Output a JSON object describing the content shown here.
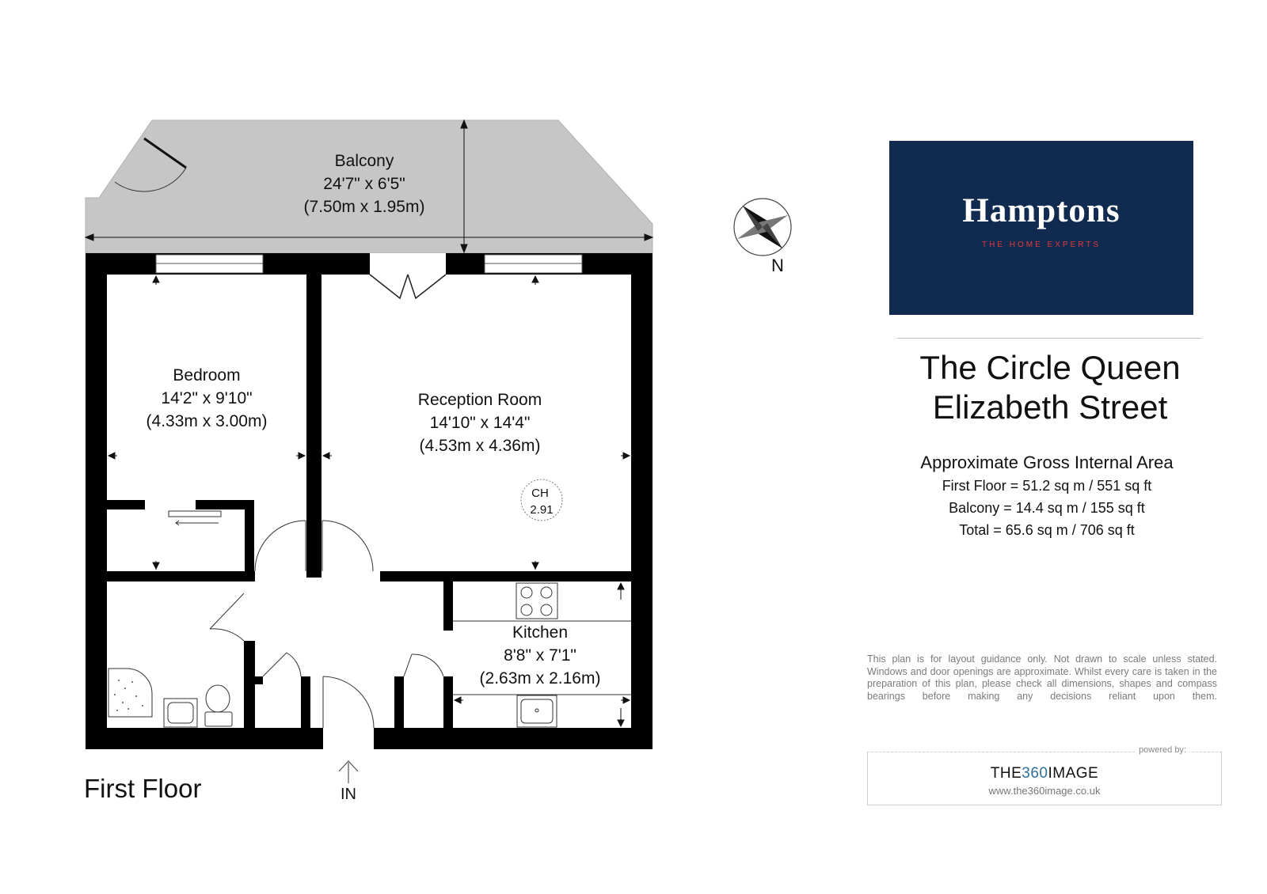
{
  "rooms": {
    "balcony": {
      "name": "Balcony",
      "imperial": "24'7\" x 6'5\"",
      "metric": "(7.50m x 1.95m)"
    },
    "bedroom": {
      "name": "Bedroom",
      "imperial": "14'2\" x 9'10\"",
      "metric": "(4.33m x 3.00m)"
    },
    "reception": {
      "name": "Reception Room",
      "imperial": "14'10\" x 14'4\"",
      "metric": "(4.53m x 4.36m)"
    },
    "kitchen": {
      "name": "Kitchen",
      "imperial": "8'8\" x 7'1\"",
      "metric": "(2.63m x 2.16m)"
    }
  },
  "cupboard": {
    "label": "CH",
    "value": "2.91"
  },
  "compass": {
    "label": "N"
  },
  "entrance": {
    "label": "IN"
  },
  "floor_label": "First Floor",
  "brand": {
    "name": "Hamptons",
    "tagline": "THE HOME EXPERTS",
    "bg_color": "#112a4f",
    "accent_color": "#e23b3b"
  },
  "property": {
    "title_line1": "The Circle Queen",
    "title_line2": "Elizabeth Street"
  },
  "area": {
    "heading": "Approximate Gross Internal Area",
    "lines": [
      "First Floor = 51.2 sq m / 551 sq ft",
      "Balcony = 14.4 sq m / 155 sq ft",
      "Total = 65.6 sq m / 706 sq ft"
    ]
  },
  "disclaimer": "This plan is for layout guidance only. Not drawn to scale unless stated. Windows and door openings are approximate. Whilst every care is taken in the preparation of this plan, please check all dimensions, shapes and compass bearings before making any decisions reliant upon them.",
  "credit": {
    "powered": "powered by:",
    "name_prefix": "THE",
    "name_number": "360",
    "name_suffix": "IMAGE",
    "url": "www.the360image.co.uk"
  }
}
